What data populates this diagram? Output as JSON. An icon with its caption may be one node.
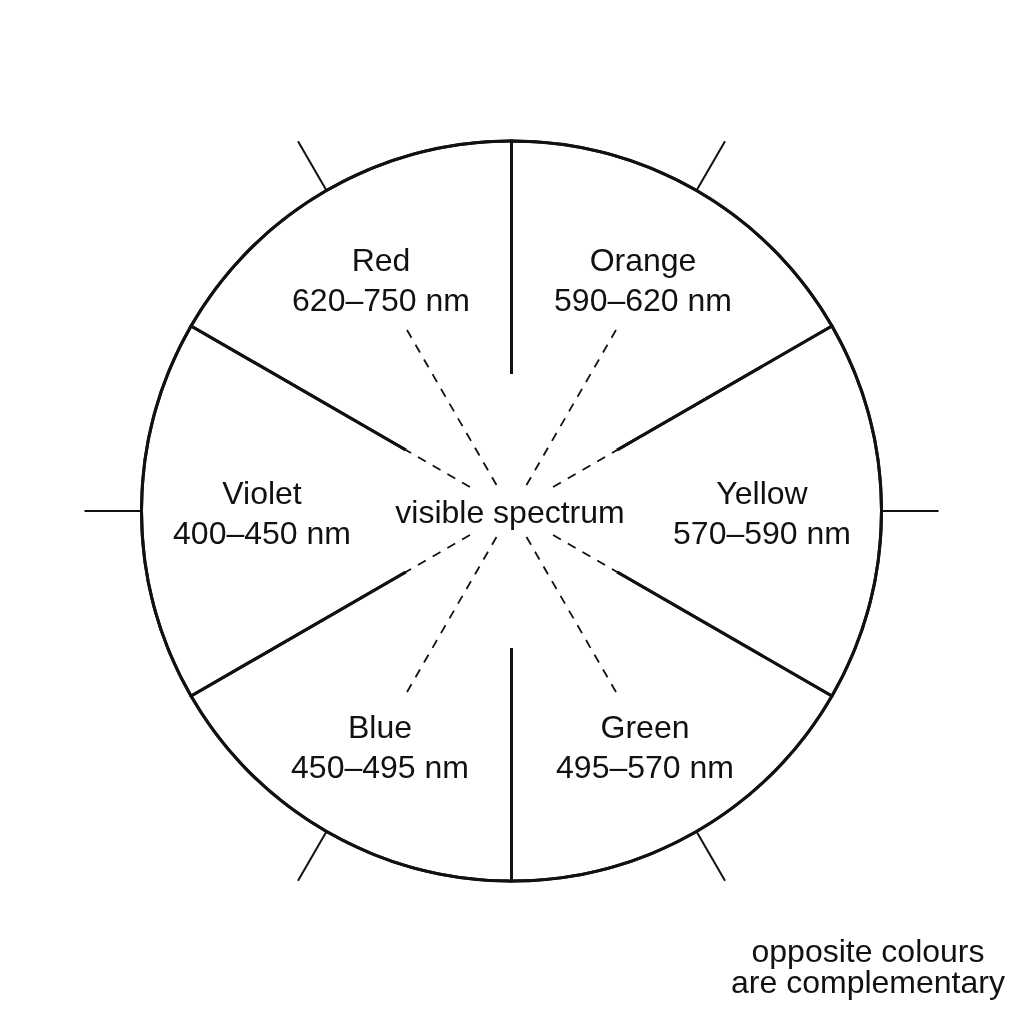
{
  "diagram": {
    "nodes": [
      {
        "text": [
          "visible spectrum"
        ]
      },
      {
        "text": [
          "Red",
          "620–750 nm"
        ],
        "in": 0
      },
      {
        "text": [
          "Orange",
          "590–620 nm"
        ],
        "in": 0
      },
      {
        "text": [
          "Violet",
          "400–450 nm"
        ],
        "in": 0
      },
      {
        "text": [
          "Yellow",
          "570–590 nm"
        ],
        "in": 0
      },
      {
        "text": [
          "Blue",
          "450–495 nm"
        ],
        "in": 0
      },
      {
        "text": [
          "Green",
          "495–570 nm"
        ],
        "in": 0
      }
    ],
    "labels": [
      "opposite colours are complementary"
    ]
  }
}
